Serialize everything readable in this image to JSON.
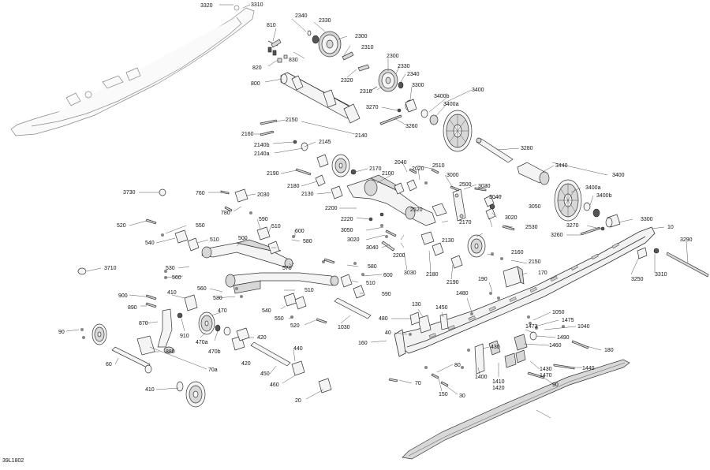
{
  "diagram": {
    "code": "39L1802",
    "labels": [
      "3320",
      "3310",
      "2340",
      "2330",
      "810",
      "2300",
      "2310",
      "820",
      "830",
      "2320",
      "800",
      "2300",
      "2330",
      "2340",
      "2310",
      "3300",
      "3400",
      "3400b",
      "3400a",
      "3270",
      "3260",
      "2150",
      "2160",
      "2140b",
      "2140",
      "2145",
      "2140a",
      "3280",
      "2190",
      "2180",
      "2170",
      "2130",
      "2040",
      "2020",
      "2100",
      "2510",
      "3000",
      "3440",
      "3400",
      "3730",
      "760",
      "2030",
      "780",
      "2200",
      "2500",
      "3030",
      "3040",
      "3400a",
      "3400b",
      "2220",
      "3050",
      "520",
      "550",
      "590",
      "510",
      "600",
      "540",
      "500",
      "510",
      "580",
      "3050",
      "3020",
      "3040",
      "2200",
      "2520",
      "2170",
      "2130",
      "3020",
      "2530",
      "3270",
      "3300",
      "3260",
      "10",
      "3290",
      "530",
      "560",
      "570",
      "580",
      "600",
      "3710",
      "3030",
      "2180",
      "2190",
      "2160",
      "2150",
      "170",
      "3250",
      "3310",
      "560",
      "510",
      "530",
      "900",
      "410",
      "890",
      "470",
      "510",
      "590",
      "540",
      "550",
      "520",
      "870",
      "910",
      "470a",
      "470b",
      "420",
      "1030",
      "1480",
      "190",
      "480",
      "130",
      "1450",
      "1050",
      "1475",
      "1040",
      "1473",
      "1490",
      "1460",
      "180",
      "90",
      "40",
      "160",
      "430",
      "60",
      "440",
      "880",
      "450",
      "420",
      "460",
      "1400",
      "1410",
      "1420",
      "1430",
      "1470",
      "1440",
      "90",
      "80",
      "150",
      "30",
      "70",
      "70a",
      "410",
      "20"
    ]
  }
}
